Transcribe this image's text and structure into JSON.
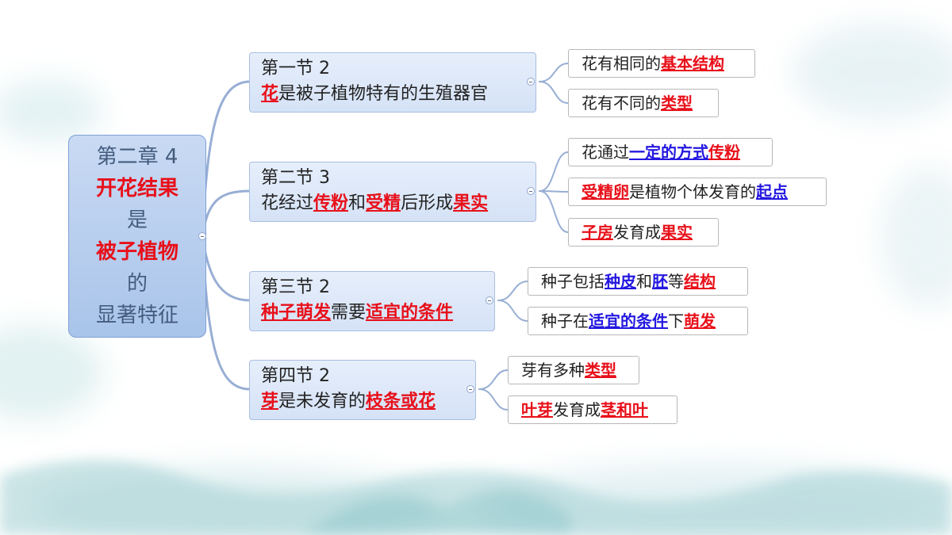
{
  "root": {
    "lines": [
      "第二章  4",
      "开花结果",
      "是",
      "被子植物",
      "的",
      "显著特征"
    ]
  },
  "branches": [
    {
      "title": "第一节  2",
      "segments": [
        {
          "text": "花",
          "style": "red"
        },
        {
          "text": "是被子植物特有的生殖器官",
          "style": "plain"
        }
      ],
      "leaves": [
        [
          {
            "text": "花有相同的",
            "style": "plain"
          },
          {
            "text": "基本结构",
            "style": "red"
          }
        ],
        [
          {
            "text": "花有不同的",
            "style": "plain"
          },
          {
            "text": "类型",
            "style": "red"
          }
        ]
      ]
    },
    {
      "title": "第二节  3",
      "segments": [
        {
          "text": "花经过",
          "style": "plain"
        },
        {
          "text": "传粉",
          "style": "red"
        },
        {
          "text": "和",
          "style": "plain"
        },
        {
          "text": "受精",
          "style": "red"
        },
        {
          "text": "后形成",
          "style": "plain"
        },
        {
          "text": "果实",
          "style": "red"
        }
      ],
      "leaves": [
        [
          {
            "text": "花通过",
            "style": "plain"
          },
          {
            "text": "一定的方式",
            "style": "blue"
          },
          {
            "text": "传粉",
            "style": "red"
          }
        ],
        [
          {
            "text": "受精卵",
            "style": "red"
          },
          {
            "text": "是植物个体发育的",
            "style": "plain"
          },
          {
            "text": "起点",
            "style": "blue"
          }
        ],
        [
          {
            "text": "子房",
            "style": "red"
          },
          {
            "text": "发育成",
            "style": "plain"
          },
          {
            "text": "果实",
            "style": "red"
          }
        ]
      ]
    },
    {
      "title": "第三节  2",
      "segments": [
        {
          "text": "种子萌发",
          "style": "red"
        },
        {
          "text": "需要",
          "style": "plain"
        },
        {
          "text": "适宜的条件",
          "style": "red"
        }
      ],
      "leaves": [
        [
          {
            "text": "种子包括",
            "style": "plain"
          },
          {
            "text": "种皮",
            "style": "blue"
          },
          {
            "text": "和",
            "style": "plain"
          },
          {
            "text": "胚",
            "style": "blue"
          },
          {
            "text": "等",
            "style": "plain"
          },
          {
            "text": "结构",
            "style": "red"
          }
        ],
        [
          {
            "text": "种子在",
            "style": "plain"
          },
          {
            "text": "适宜的条件",
            "style": "blue"
          },
          {
            "text": "下",
            "style": "plain"
          },
          {
            "text": "萌发",
            "style": "red"
          }
        ]
      ]
    },
    {
      "title": "第四节  2",
      "segments": [
        {
          "text": "芽",
          "style": "red"
        },
        {
          "text": "是未发育的",
          "style": "plain"
        },
        {
          "text": "枝条或花",
          "style": "red"
        }
      ],
      "leaves": [
        [
          {
            "text": "芽有多种",
            "style": "plain"
          },
          {
            "text": "类型",
            "style": "red"
          }
        ],
        [
          {
            "text": "叶芽",
            "style": "red"
          },
          {
            "text": "发育成",
            "style": "plain"
          },
          {
            "text": "茎和叶",
            "style": "red"
          }
        ]
      ]
    }
  ],
  "colors": {
    "highlight_red": "#e8101a",
    "highlight_blue": "#2418e0",
    "connector": "#98aed4"
  }
}
